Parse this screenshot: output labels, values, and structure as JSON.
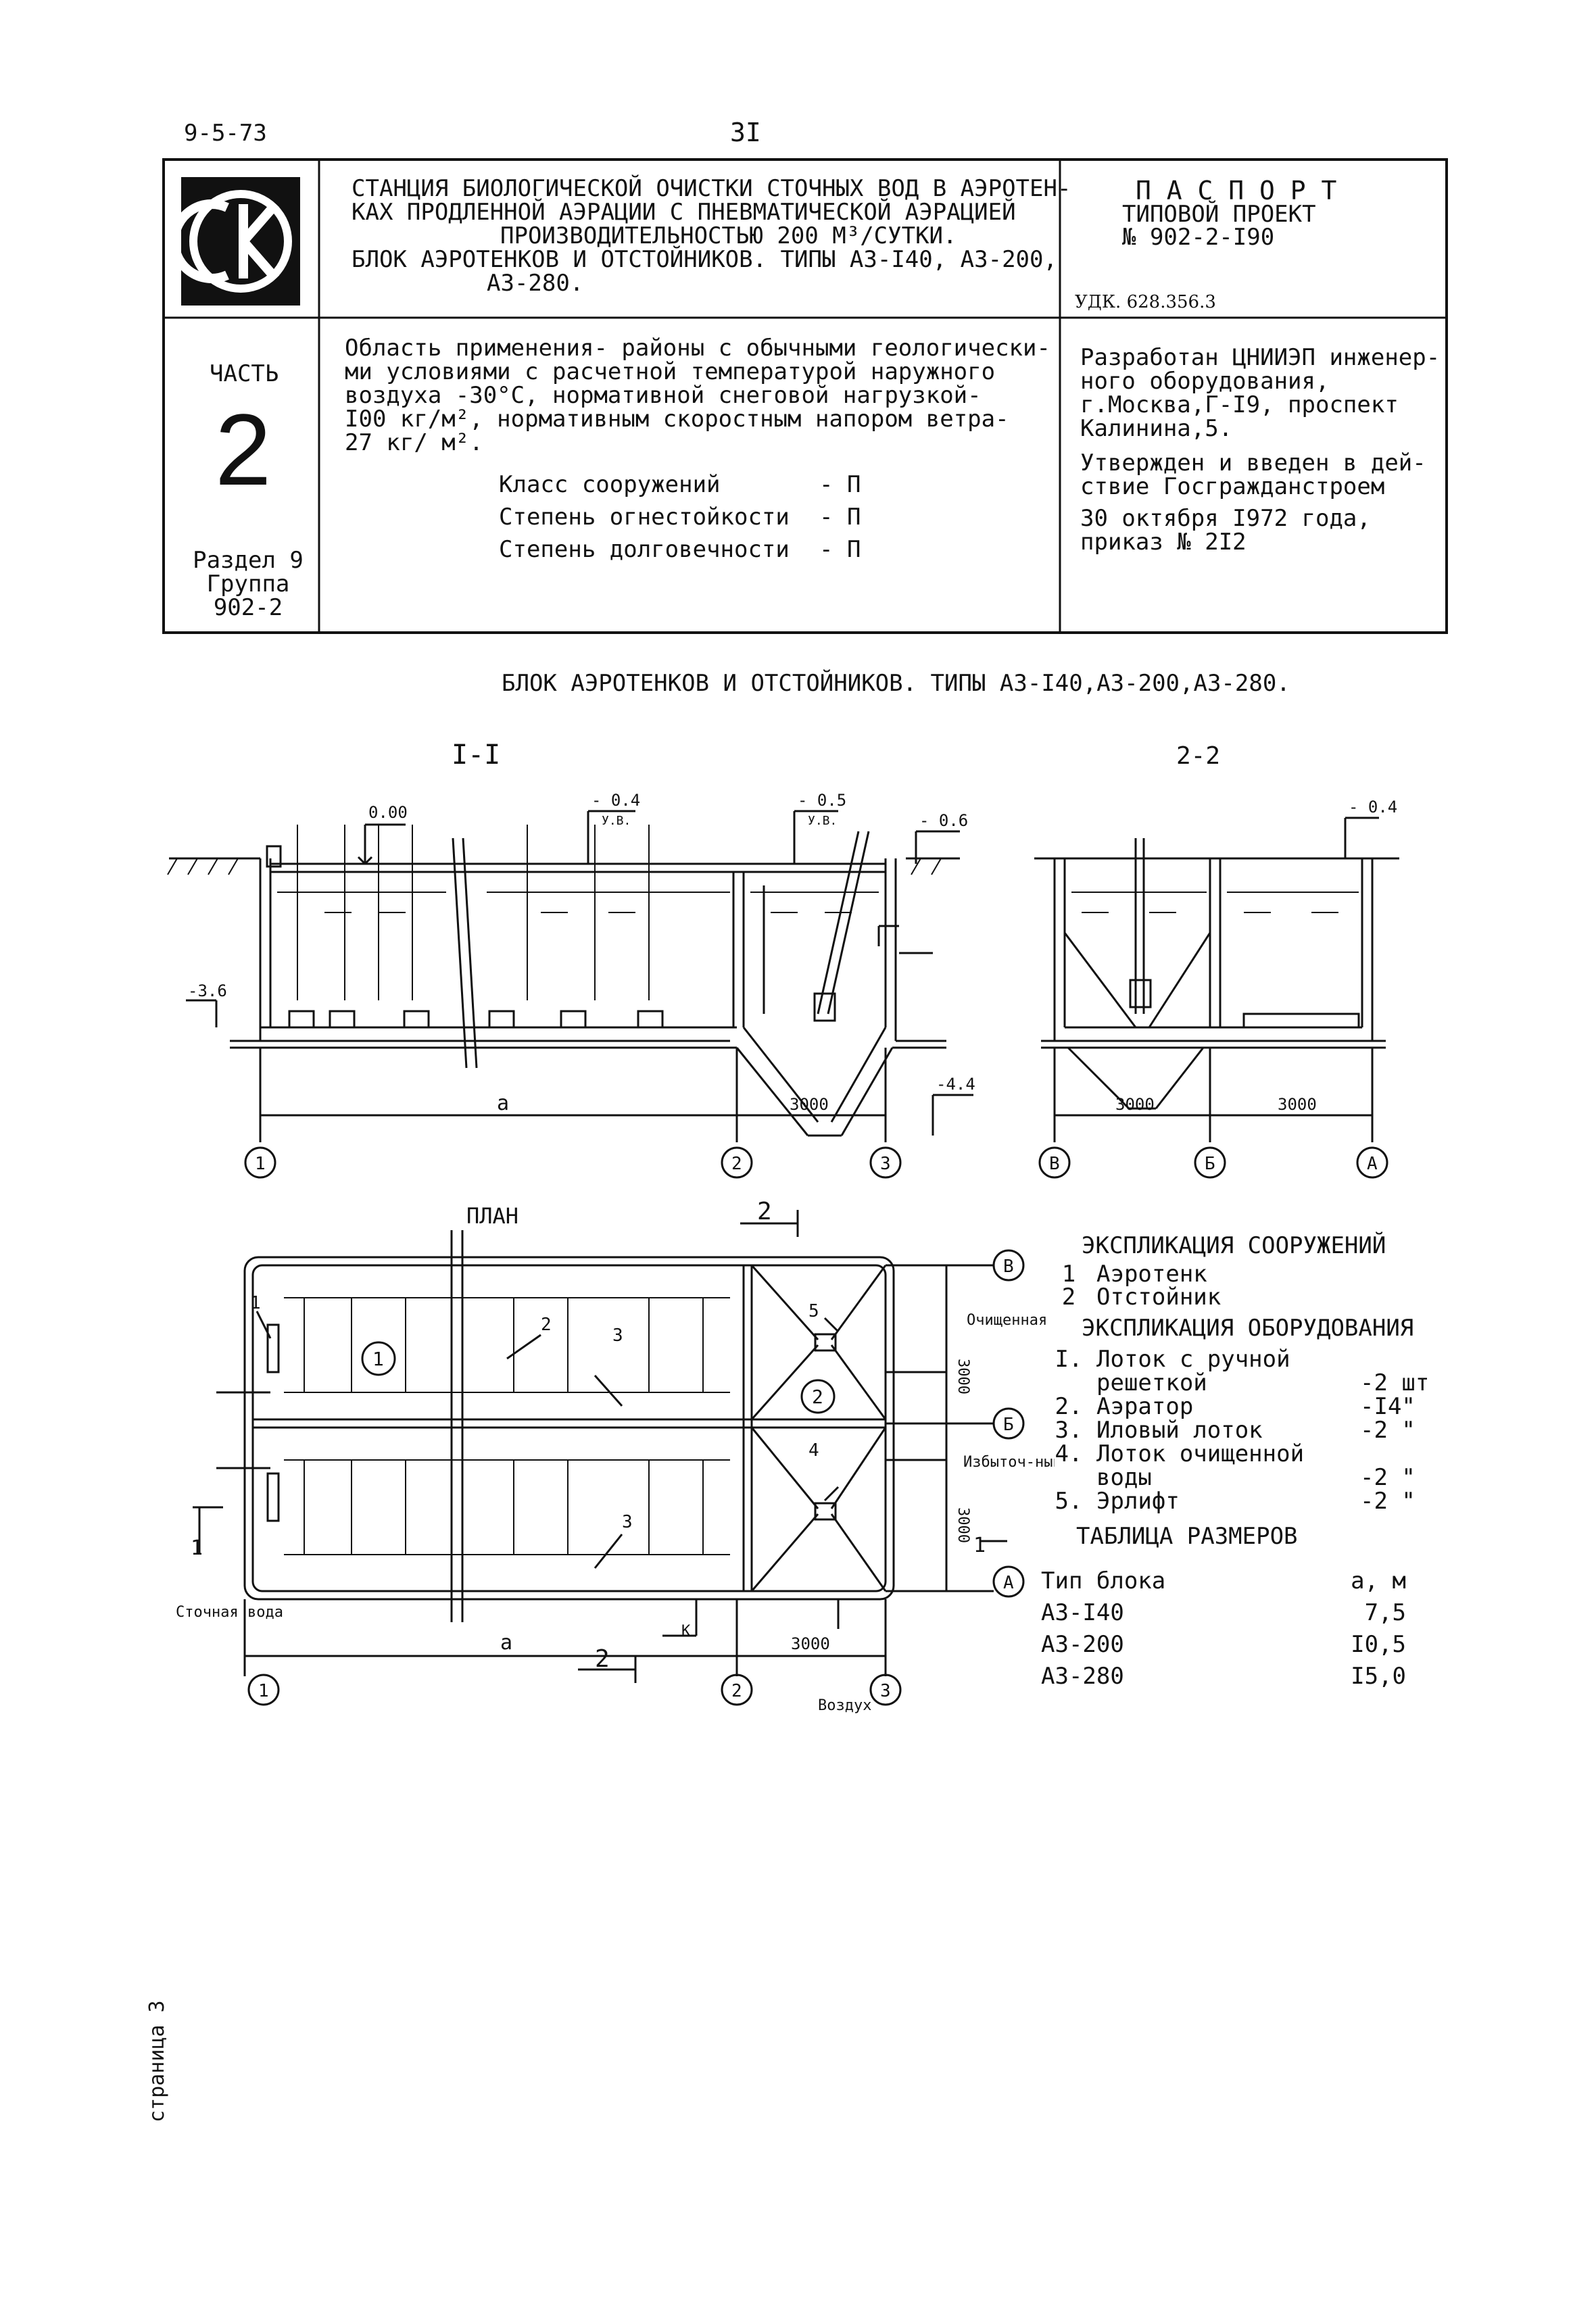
{
  "header": {
    "code": "9-5-73",
    "page_number": "3I"
  },
  "title_block": {
    "logo_letters": "СК",
    "project_title_lines": [
      "СТАНЦИЯ БИОЛОГИЧЕСКОЙ ОЧИСТКИ СТОЧНЫХ ВОД В АЭРОТЕН-",
      "КАХ ПРОДЛЕННОЙ АЭРАЦИИ С ПНЕВМАТИЧЕСКОЙ АЭРАЦИЕЙ",
      "ПРОИЗВОДИТЕЛЬНОСТЬЮ 200 М³/СУТКИ.",
      "БЛОК АЭРОТЕНКОВ И ОТСТОЙНИКОВ. ТИПЫ АЗ-I40, АЗ-200,",
      "АЗ-280."
    ],
    "passport_title": "П А С П О Р Т",
    "passport_subtitle": "ТИПОВОЙ ПРОЕКТ",
    "passport_number": "№ 902-2-I90",
    "udk": "УДК. 628.356.3",
    "part_label": "ЧАСТЬ",
    "part_number": "2",
    "section_lines": [
      "Раздел 9",
      "Группа",
      "902-2"
    ],
    "scope_lines": [
      "Область применения- районы с обычными геологически-",
      "ми условиями с расчетной температурой наружного",
      "воздуха -30°С, нормативной снеговой нагрузкой-",
      "I00 кг/м², нормативным скоростным напором ветра-",
      "27 кг/ м²."
    ],
    "classes": [
      {
        "label": "Класс сооружений",
        "value": "- П"
      },
      {
        "label": "Степень огнестойкости",
        "value": "- П"
      },
      {
        "label": "Степень долговечности",
        "value": "- П"
      }
    ],
    "developer_lines": [
      "Разработан ЦНИИЭП инженер-",
      "ного оборудования,",
      "г.Москва,Г-I9, проспект",
      "Калинина,5."
    ],
    "approval_lines": [
      "Утвержден и введен в дей-",
      "ствие Госгражданстроем",
      "30 октября I972 года,",
      "приказ № 2I2"
    ]
  },
  "drawing": {
    "main_title": "БЛОК АЭРОТЕНКОВ И ОТСТОЙНИКОВ. ТИПЫ АЗ-I40,АЗ-200,АЗ-280.",
    "section_1_label": "I-I",
    "section_2_label": "2-2",
    "plan_label": "ПЛАН",
    "elev_000": "0.00",
    "elev_m04": "- 0.4",
    "elev_m05": "- 0.5",
    "elev_m06": "- 0.6",
    "elev_m36": "-3.6",
    "elev_m44": "-4.4",
    "level_mark": "У.В.",
    "dim_a": "a",
    "dim_3000": "3000",
    "axis_1": "1",
    "axis_2": "2",
    "axis_3": "3",
    "axis_A": "А",
    "axis_B": "Б",
    "axis_V": "В",
    "cut_2": "2",
    "treated_water": "Очищенная вода",
    "excess_sludge": "Избыточ-ный ил",
    "waste_water": "Сточная вода",
    "air": "Воздух",
    "mark_k": "К",
    "num_1": "1",
    "num_2": "2",
    "num_3": "3",
    "num_4": "4",
    "num_5": "5"
  },
  "explication": {
    "structures_title": "ЭКСПЛИКАЦИЯ СООРУЖЕНИЙ",
    "structures": [
      {
        "num": "1",
        "name": "Аэротенк"
      },
      {
        "num": "2",
        "name": "Отстойник"
      }
    ],
    "equipment_title": "ЭКСПЛИКАЦИЯ ОБОРУДОВАНИЯ",
    "equipment": [
      {
        "num": "I.",
        "name": "Лоток с ручной",
        "qty": ""
      },
      {
        "num": "",
        "name": "решеткой",
        "qty": "-2 шт"
      },
      {
        "num": "2.",
        "name": "Аэратор",
        "qty": "-I4\""
      },
      {
        "num": "3.",
        "name": "Иловый лоток",
        "qty": "-2 \""
      },
      {
        "num": "4.",
        "name": "Лоток очищенной",
        "qty": ""
      },
      {
        "num": "",
        "name": "воды",
        "qty": "-2 \""
      },
      {
        "num": "5.",
        "name": "Эрлифт",
        "qty": "-2 \""
      }
    ],
    "sizes_title": "ТАБЛИЦА РАЗМЕРОВ",
    "sizes_header": {
      "type": "Тип блока",
      "a": "а, м"
    },
    "sizes": [
      {
        "type": "АЗ-I40",
        "a": "7,5"
      },
      {
        "type": "АЗ-200",
        "a": "I0,5"
      },
      {
        "type": "АЗ-280",
        "a": "I5,0"
      }
    ]
  },
  "side_label": "страница 3"
}
